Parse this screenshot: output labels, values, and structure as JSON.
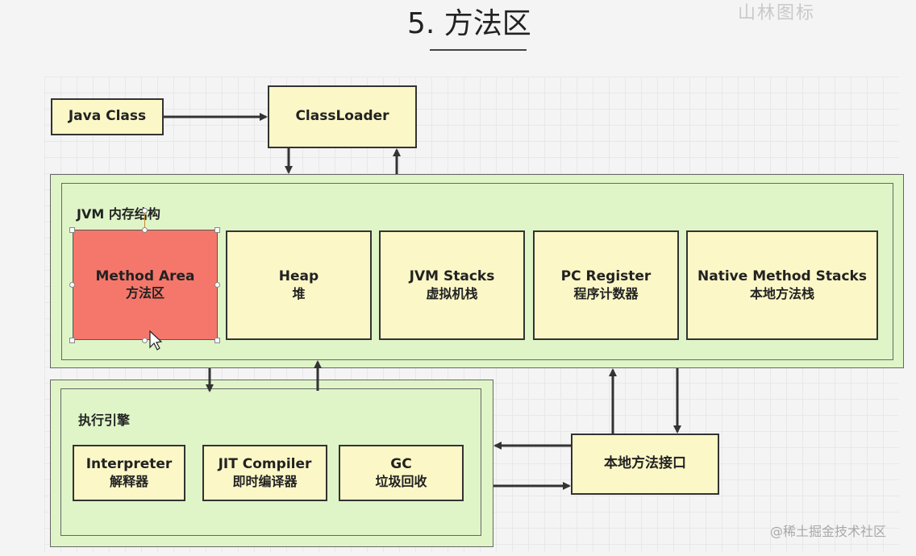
{
  "title": "5. 方法区",
  "watermark_top": "山林图标",
  "watermark": "@稀土掘金技术社区",
  "java_class": "Java Class",
  "classloader": "ClassLoader",
  "jvm": {
    "label": "JVM 内存结构",
    "areas": [
      {
        "en": "Method Area",
        "zh": "方法区"
      },
      {
        "en": "Heap",
        "zh": "堆"
      },
      {
        "en": "JVM Stacks",
        "zh": "虚拟机栈"
      },
      {
        "en": "PC Register",
        "zh": "程序计数器"
      },
      {
        "en": "Native Method Stacks",
        "zh": "本地方法栈"
      }
    ]
  },
  "engine": {
    "label": "执行引擎",
    "items": [
      {
        "en": "Interpreter",
        "zh": "解释器"
      },
      {
        "en": "JIT Compiler",
        "zh": "即时编译器"
      },
      {
        "en": "GC",
        "zh": "垃圾回收"
      }
    ]
  },
  "native_interface": "本地方法接口"
}
